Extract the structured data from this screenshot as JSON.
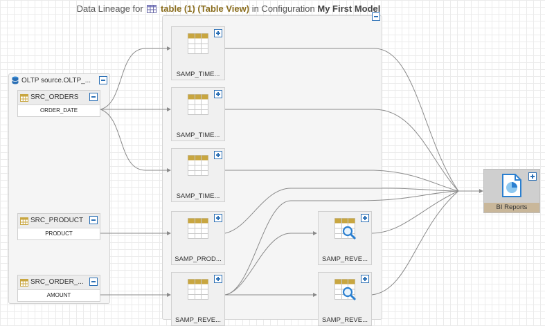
{
  "title": {
    "prefix": "Data Lineage for",
    "object_name": "table (1) (Table View)",
    "middle": "in Configuration",
    "config_name": "My First Model"
  },
  "source_panel": {
    "label": "OLTP source.OLTP_...",
    "tables": [
      {
        "name": "SRC_ORDERS",
        "column": "ORDER_DATE"
      },
      {
        "name": "SRC_PRODUCT",
        "column": "PRODUCT"
      },
      {
        "name": "SRC_ORDER_...",
        "column": "AMOUNT"
      }
    ]
  },
  "middle_nodes": [
    {
      "label": "SAMP_TIME..."
    },
    {
      "label": "SAMP_TIME..."
    },
    {
      "label": "SAMP_TIME..."
    },
    {
      "label": "SAMP_PROD..."
    },
    {
      "label": "SAMP_REVE..."
    }
  ],
  "right_nodes": [
    {
      "label": "SAMP_REVE..."
    },
    {
      "label": "SAMP_REVE..."
    }
  ],
  "report": {
    "label": "BI Reports"
  },
  "colors": {
    "accent": "#2a6fb5",
    "table_icon": "#c8a640",
    "edge": "#8a8a8a",
    "report_label_bg": "#c9b79a"
  }
}
